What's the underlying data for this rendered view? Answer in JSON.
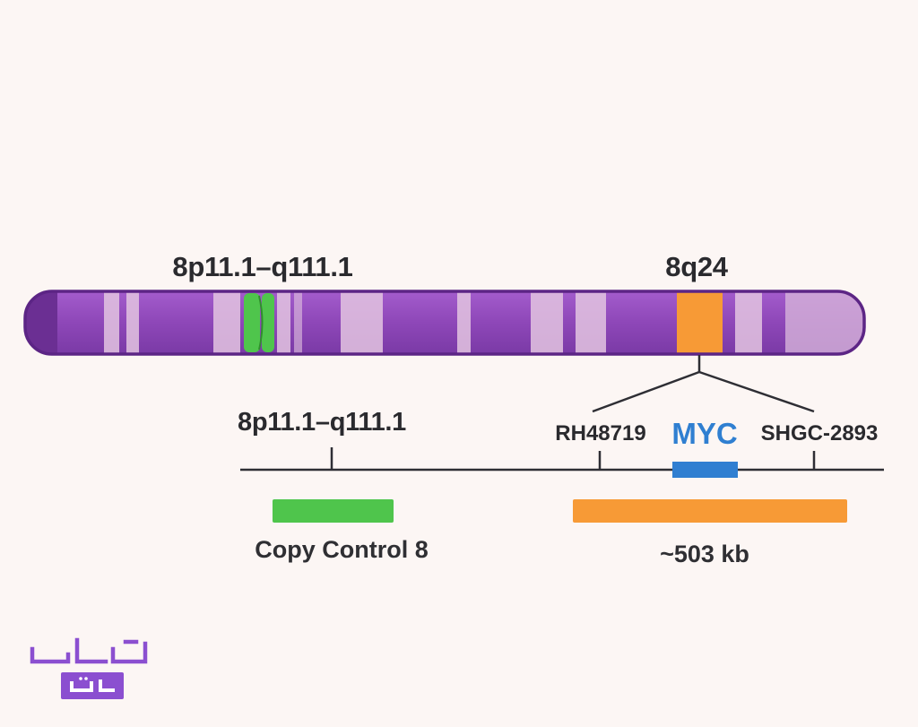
{
  "chromosome": {
    "colors": {
      "body": "#8e47b8",
      "outline": "#5c2585",
      "light_band": "#e3c4e0",
      "dark_end": "#6b2f93",
      "centromere": "#4fc54c",
      "myc_region": "#f79a36"
    },
    "labels": {
      "centromere_region": "8p11.1–q111.1",
      "myc_band": "8q24"
    }
  },
  "map": {
    "centromere_label": "8p11.1–q111.1",
    "left_marker": "RH48719",
    "gene_label": "MYC",
    "right_marker": "SHGC-2893",
    "gene_color": "#2f7fd1",
    "line_color": "#2e2e34"
  },
  "probes": {
    "control_caption": "Copy Control 8",
    "control_color": "#4fc54c",
    "myc_probe_caption": "~503 kb",
    "myc_probe_color": "#f79a36"
  },
  "logo": {
    "colors": {
      "primary": "#8b4fd0"
    }
  }
}
